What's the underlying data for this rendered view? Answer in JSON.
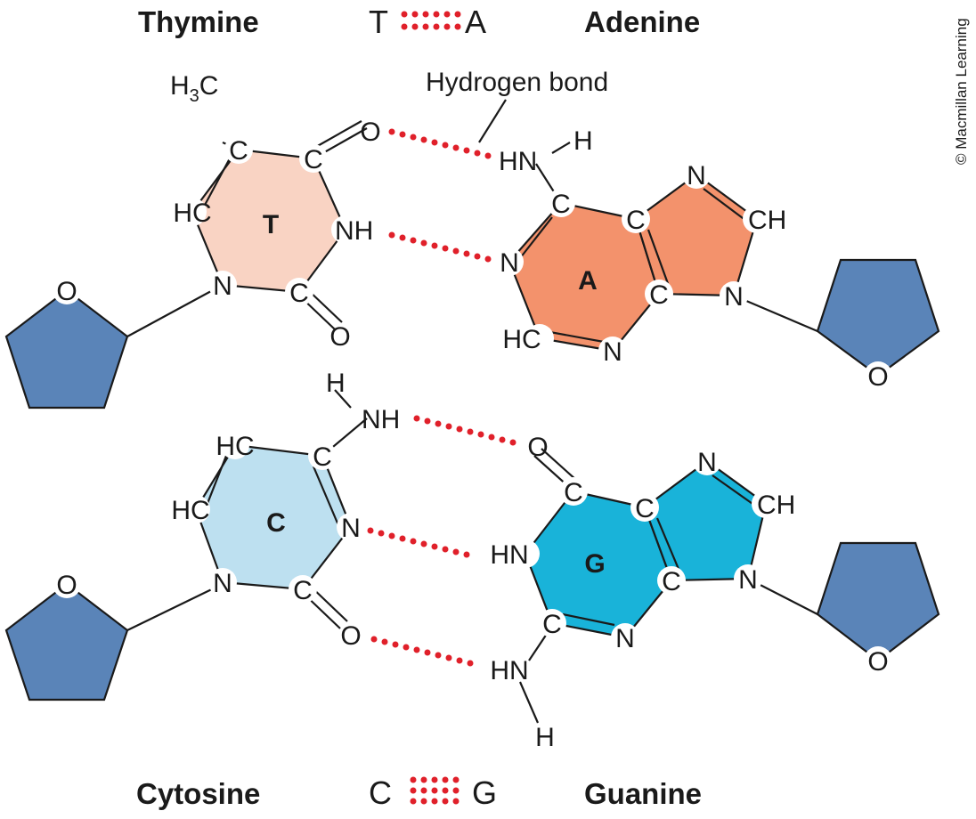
{
  "colors": {
    "thymine_fill": "#f9d3c3",
    "adenine_fill": "#f3926c",
    "cytosine_fill": "#bde0f0",
    "guanine_fill": "#19b3d9",
    "sugar_fill": "#5a84b8",
    "hydrogen_bond": "#e0202a",
    "line": "#1a1a1a"
  },
  "copyright": "© Macmillan Learning",
  "top": {
    "left_name": "Thymine",
    "right_name": "Adenine",
    "pair_left": "T",
    "pair_right": "A",
    "hbond_label": "Hydrogen bond"
  },
  "bottom": {
    "left_name": "Cytosine",
    "right_name": "Guanine",
    "pair_left": "C",
    "pair_right": "G"
  },
  "thymine": {
    "ring_letter": "T",
    "methyl_h": "H",
    "methyl_sub": "3",
    "methyl_c": "C",
    "c5": "C",
    "c4": "C",
    "c6": "HC",
    "n3": "NH",
    "n1": "N",
    "c2": "C",
    "o4": "O",
    "o2": "O"
  },
  "adenine": {
    "ring_letter": "A",
    "c6": "C",
    "n6": "HN",
    "n6_h": "H",
    "n1": "N",
    "c2": "HC",
    "n3": "N",
    "c4": "C",
    "c5": "C",
    "n7": "N",
    "c8": "CH",
    "n9": "N"
  },
  "cytosine": {
    "ring_letter": "C",
    "c4": "C",
    "n4": "NH",
    "n4_h": "H",
    "c5": "HC",
    "c6": "HC",
    "n3": "N",
    "n1": "N",
    "c2": "C",
    "o2": "O"
  },
  "guanine": {
    "ring_letter": "G",
    "c6": "C",
    "o6": "O",
    "n1": "HN",
    "c2": "C",
    "n2": "HN",
    "n2_h": "H",
    "n3": "N",
    "c4": "C",
    "c5": "C",
    "n7": "N",
    "c8": "CH",
    "n9": "N"
  },
  "sugar": {
    "o": "O"
  }
}
